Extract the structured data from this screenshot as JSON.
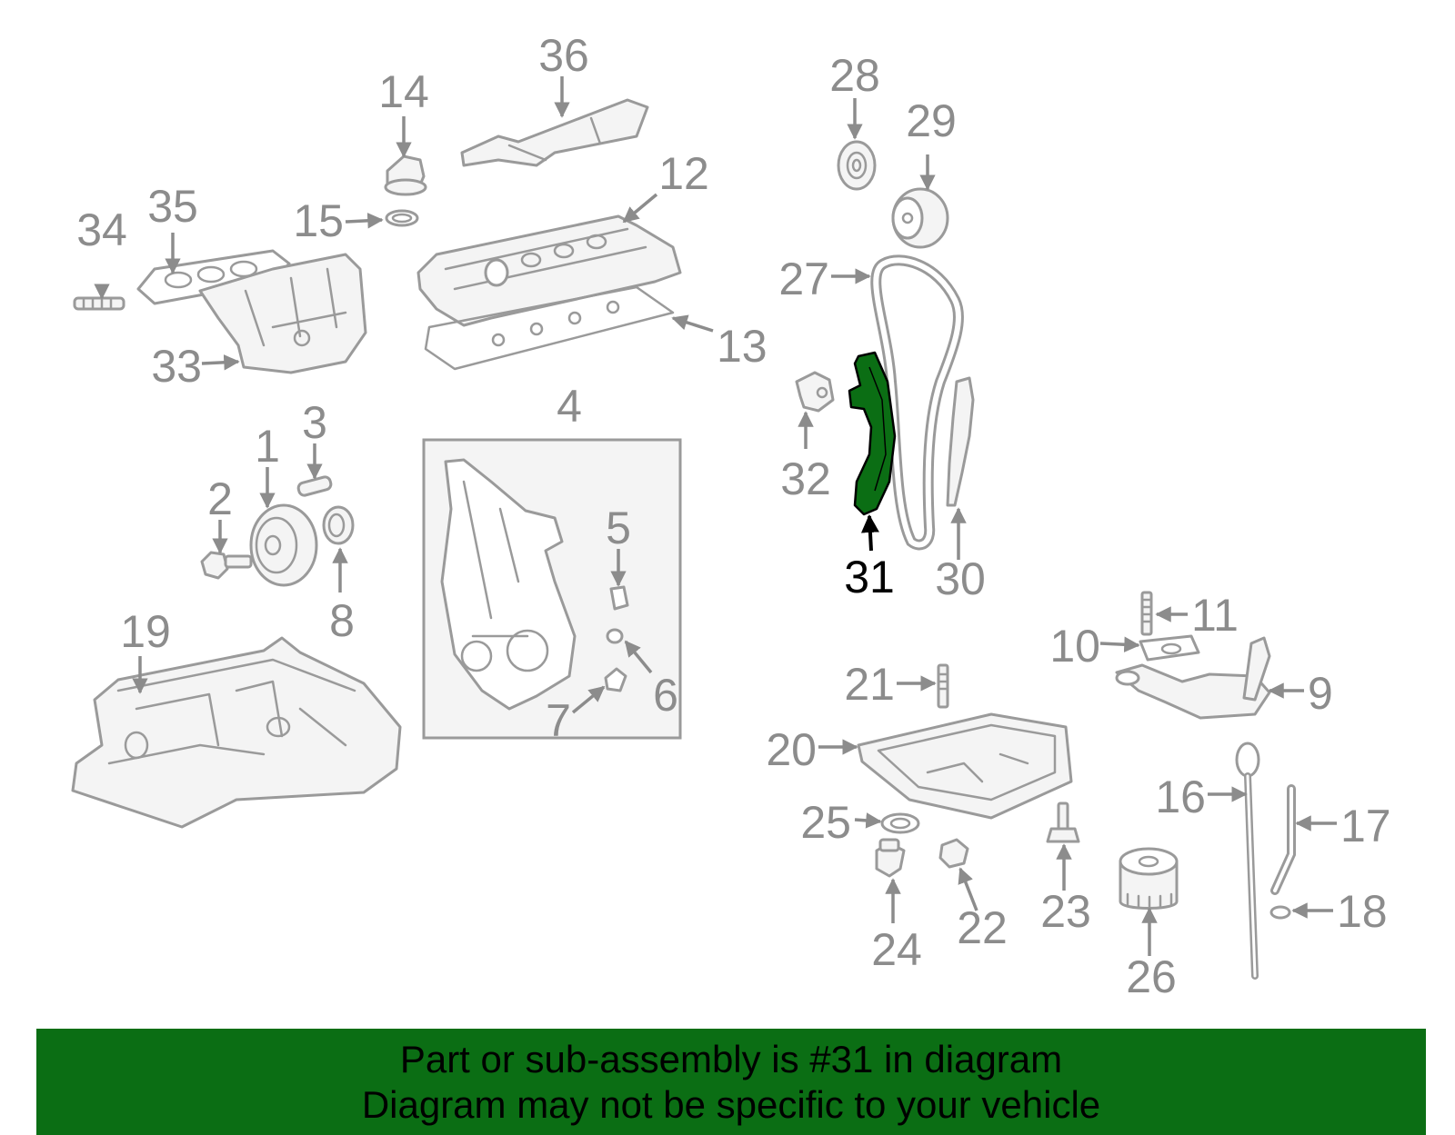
{
  "highlight_color": "#0b6e14",
  "callout_labels": {
    "p1": "1",
    "p2": "2",
    "p3": "3",
    "p4": "4",
    "p5": "5",
    "p6": "6",
    "p7": "7",
    "p8": "8",
    "p9": "9",
    "p10": "10",
    "p11": "11",
    "p12": "12",
    "p13": "13",
    "p14": "14",
    "p15": "15",
    "p16": "16",
    "p17": "17",
    "p18": "18",
    "p19": "19",
    "p20": "20",
    "p21": "21",
    "p22": "22",
    "p23": "23",
    "p24": "24",
    "p25": "25",
    "p26": "26",
    "p27": "27",
    "p28": "28",
    "p29": "29",
    "p30": "30",
    "p31": "31",
    "p32": "32",
    "p33": "33",
    "p34": "34",
    "p35": "35",
    "p36": "36"
  },
  "highlighted_part": "31",
  "banner": {
    "line1": "Part or sub-assembly is #31 in diagram",
    "line2": "Diagram may not be specific to your vehicle"
  }
}
